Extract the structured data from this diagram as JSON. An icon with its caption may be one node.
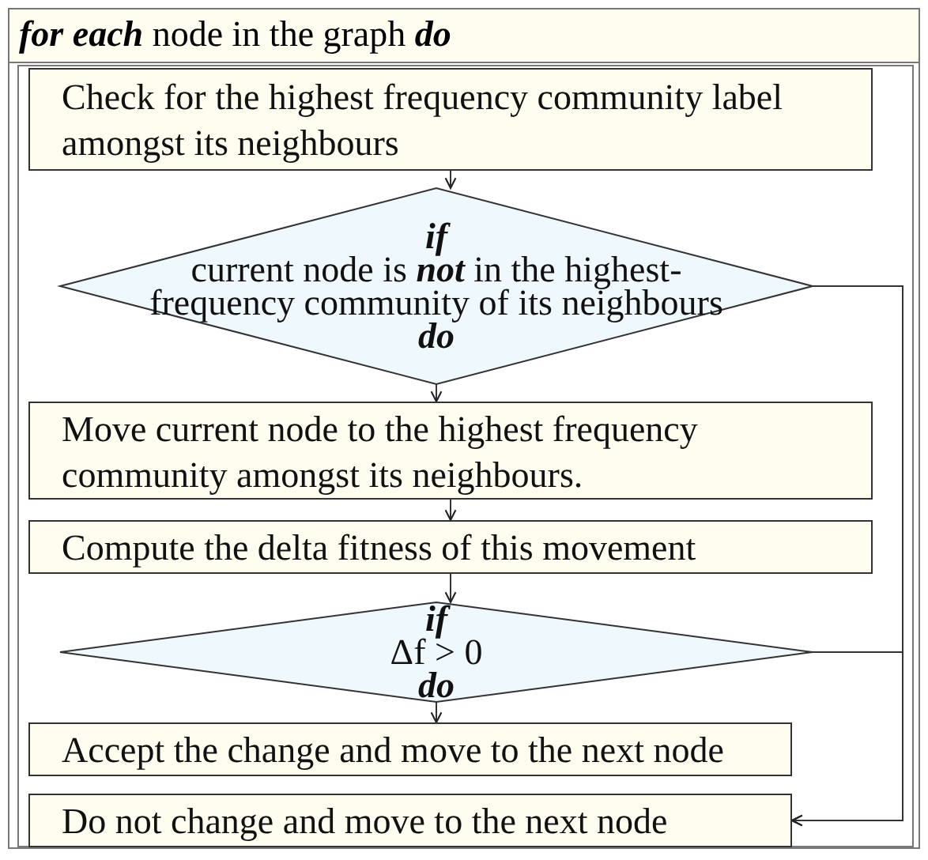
{
  "diagram": {
    "nodes": [
      {
        "text": [
          "**for each** node in the graph **do**"
        ]
      },
      {
        "text": [
          "Check for the highest frequency community label amongst its neighbours"
        ],
        "in": 0
      },
      {
        "text": [
          "if",
          "current node is **not** in the highest-frequency community of its neighbours",
          "do"
        ],
        "in": 0
      },
      {
        "text": [
          "Move current node to the highest frequency community amongst its neighbours."
        ],
        "in": 0
      },
      {
        "text": [
          "Compute the delta fitness of this movement"
        ],
        "in": 0
      },
      {
        "text": [
          "if",
          "Δf > 0",
          "do"
        ],
        "in": 0
      },
      {
        "text": [
          "Accept the change and move to the next node"
        ],
        "in": 0
      },
      {
        "text": [
          "Do not change and move to the next node"
        ],
        "in": 0
      }
    ],
    "edges": [
      {
        "from": 1,
        "to": 2,
        "arrow": "to"
      },
      {
        "from": 2,
        "to": 3,
        "arrow": "to"
      },
      {
        "from": 3,
        "to": 4,
        "arrow": "to"
      },
      {
        "from": 4,
        "to": 5,
        "arrow": "to"
      },
      {
        "from": 5,
        "to": 6,
        "arrow": "to"
      },
      {
        "from": 2,
        "to": 7,
        "arrow": "to"
      },
      {
        "from": 5,
        "to": 7,
        "arrow": "to"
      }
    ]
  }
}
